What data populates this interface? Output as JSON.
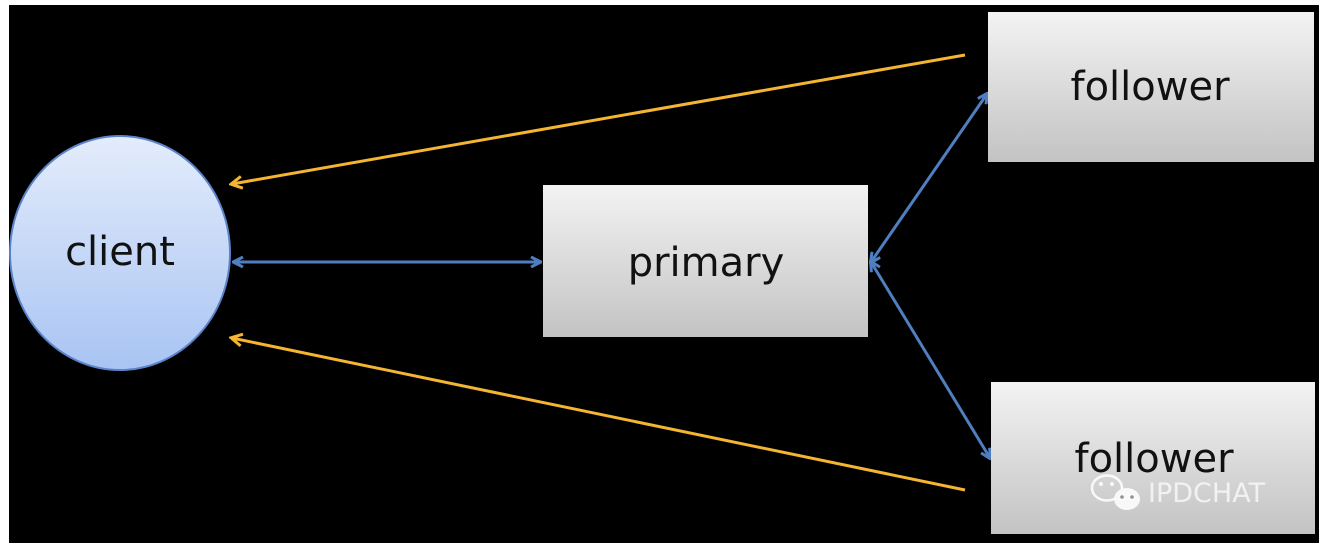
{
  "nodes": {
    "client": {
      "label": "client"
    },
    "primary": {
      "label": "primary"
    },
    "follower_top": {
      "label": "follower"
    },
    "follower_bottom": {
      "label": "follower"
    }
  },
  "watermark": {
    "text": "IPDCHAT",
    "icon": "wechat-icon"
  },
  "colors": {
    "background": "#000000",
    "client_fill_top": "#e3ecfb",
    "client_fill_bottom": "#a9c4f3",
    "client_border": "#5b83c9",
    "box_fill_top": "#f3f3f3",
    "box_fill_bottom": "#c3c3c3",
    "sync_arrow": "#4f7fc0",
    "response_arrow": "#f4b531"
  }
}
